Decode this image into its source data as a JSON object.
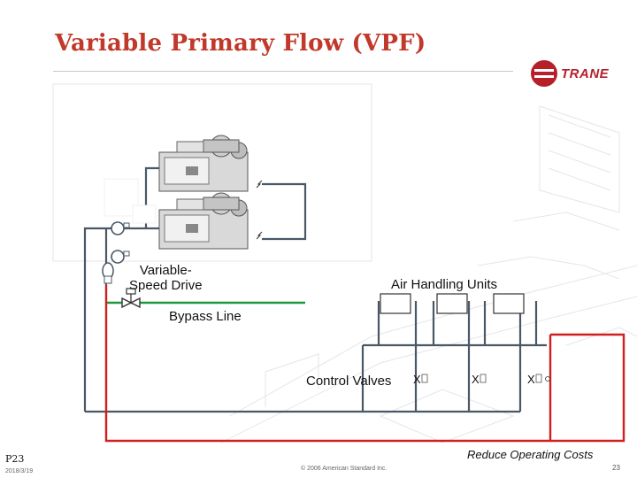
{
  "slide": {
    "title": "Variable Primary Flow (VPF)",
    "logo_text": "TRANE",
    "tagline": "Reduce Operating Costs",
    "slide_code": "P23",
    "date": "2018/3/19",
    "copyright": "© 2006 American Standard Inc.",
    "page_number": "23"
  },
  "diagram": {
    "labels": {
      "vsd_line1": "Variable-",
      "vsd_line2": "Speed Drive",
      "air_handling_units": "Air Handling Units",
      "bypass_line": "Bypass Line",
      "control_valves": "Control Valves"
    },
    "colors": {
      "supply_pipe": "#d11f1f",
      "return_pipe": "#4a5866",
      "bypass_pipe": "#1e9a3a",
      "title": "#c0392b",
      "logo": "#b5202a"
    }
  }
}
